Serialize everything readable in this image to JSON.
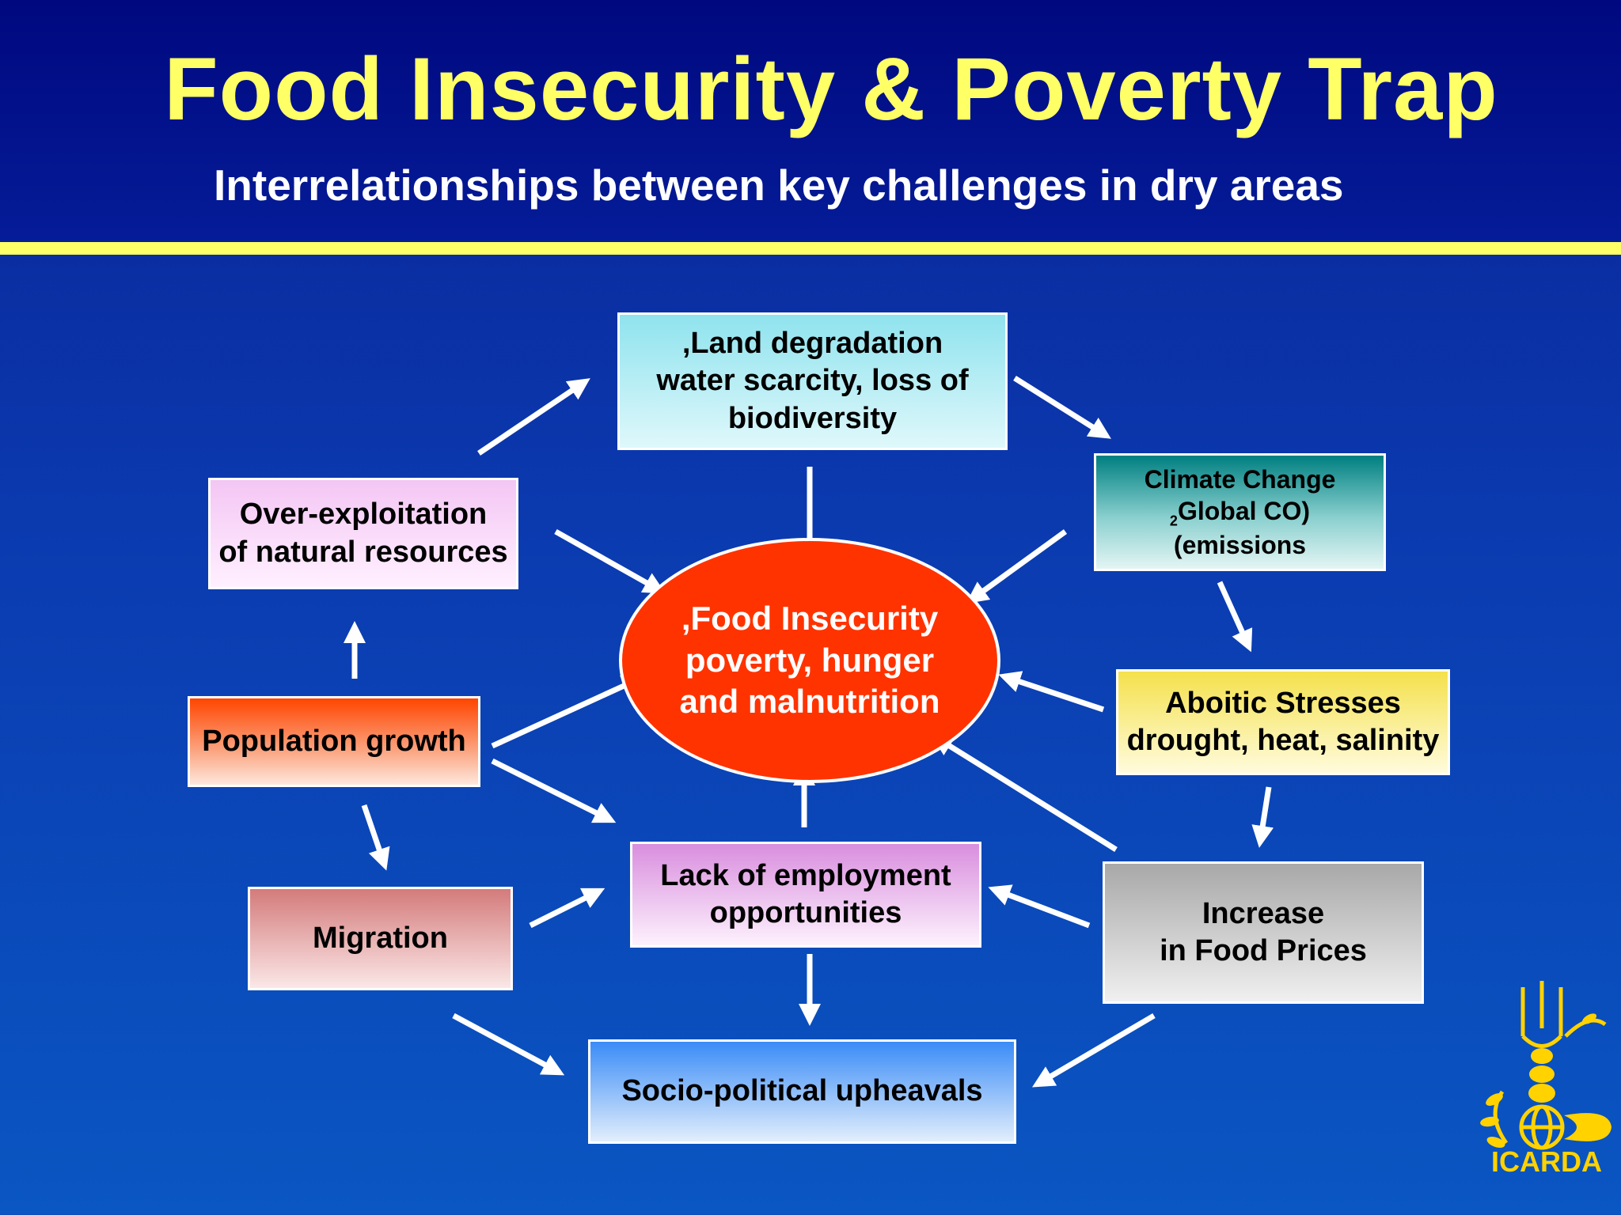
{
  "slide": {
    "title": "Food Insecurity & Poverty Trap",
    "subtitle": "Interrelationships between key challenges in dry areas"
  },
  "colors": {
    "title_yellow": "#ffff66",
    "arrow": "#ffffff",
    "center_oval": "#ff3300",
    "logo_gold": "#ffd200"
  },
  "diagram": {
    "center": {
      "lines": [
        ",Food Insecurity",
        "poverty, hunger",
        "and malnutrition"
      ]
    },
    "nodes": {
      "land_degradation": {
        "lines": [
          ",Land degradation",
          "water scarcity, loss of",
          "biodiversity"
        ]
      },
      "climate_change": {
        "lines": [
          "Climate Change",
          "Global CO)",
          "(emissions"
        ],
        "subscript": "2"
      },
      "aboitic_stresses": {
        "lines": [
          "Aboitic Stresses",
          "drought, heat, salinity"
        ]
      },
      "food_prices": {
        "lines": [
          "Increase",
          "in Food Prices"
        ]
      },
      "socio_political": {
        "lines": [
          "Socio-political upheavals"
        ]
      },
      "employment": {
        "lines": [
          "Lack of employment",
          "opportunities"
        ]
      },
      "migration": {
        "lines": [
          "Migration"
        ]
      },
      "population": {
        "lines": [
          "Population growth"
        ]
      },
      "over_exploitation": {
        "lines": [
          "Over-exploitation",
          "of  natural resources"
        ]
      }
    }
  },
  "logo": {
    "text": "ICARDA",
    "icon": "icarda-logo-icon"
  }
}
